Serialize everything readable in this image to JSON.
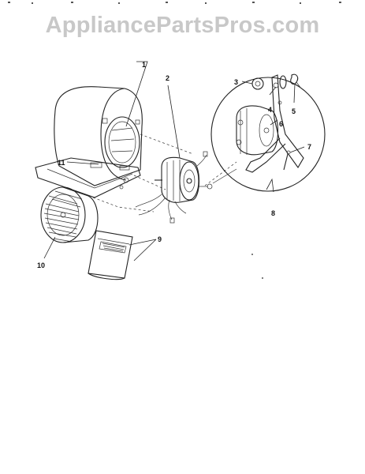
{
  "watermark": {
    "text": "AppliancePartsPros.com"
  },
  "callouts": [
    {
      "id": "1",
      "label": "1"
    },
    {
      "id": "2",
      "label": "2"
    },
    {
      "id": "3",
      "label": "3"
    },
    {
      "id": "4",
      "label": "4"
    },
    {
      "id": "5",
      "label": "5"
    },
    {
      "id": "6",
      "label": "6"
    },
    {
      "id": "7",
      "label": "7"
    },
    {
      "id": "8",
      "label": "8"
    },
    {
      "id": "9",
      "label": "9"
    },
    {
      "id": "10",
      "label": "10"
    },
    {
      "id": "11",
      "label": "11"
    }
  ]
}
